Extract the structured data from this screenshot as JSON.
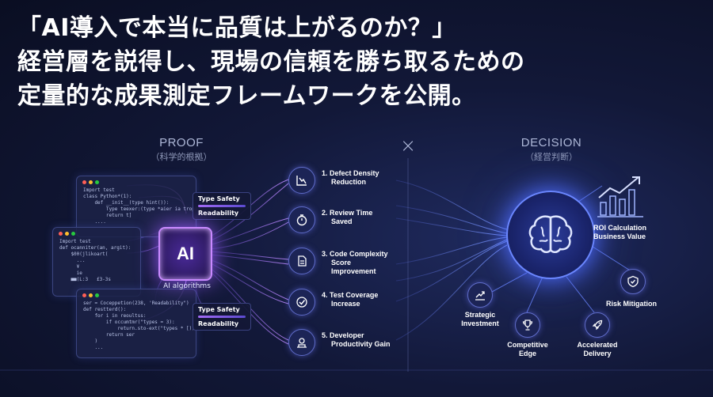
{
  "headline": {
    "line1": "「AI導入で本当に品質は上がるのか？」",
    "line2": "経営層を説得し、現場の信頼を勝ち取るための",
    "line3": "定量的な成果測定フレームワークを公開。"
  },
  "proof": {
    "title": "PROOF",
    "subtitle": "（科学的根拠）"
  },
  "decision": {
    "title": "DECISION",
    "subtitle": "（経営判断）"
  },
  "separator": "×",
  "code_panels": [
    {
      "text": "Import test\nclass Python*(1):\n    def __init__(type hint()):\n        Type teexer:(type *aier ia trop)\n        return t]\n    ...."
    },
    {
      "text": "Import test\ndef ocanniter(an, argit):\n    $00(jlikoart(\n      ...\n      ¥\n      ie\n    ■■(L:3   £3-3s"
    },
    {
      "text": "ser = Coceppetion(238, 'Readability\")\ndef restterd():\n    for i in reoultss:\n        if occumtmr(\"types = 3):\n            return.sto-ext(\"types * [))\n        return ser\n    )\n    ..."
    }
  ],
  "tags": [
    {
      "line1": "Type Safety",
      "line2": "Readability"
    },
    {
      "line1": "Type Safety",
      "line2": "Readability"
    }
  ],
  "chip": {
    "text": "AI",
    "label": "AI algorithms"
  },
  "steps": [
    {
      "line1": "1. Defect Density",
      "line2": "Reduction",
      "icon": "chart-down-icon"
    },
    {
      "line1": "2. Review Time",
      "line2": "Saved",
      "icon": "stopwatch-icon"
    },
    {
      "line1": "3. Code Complexity",
      "line2": "Score",
      "line3": "Improvement",
      "icon": "document-icon"
    },
    {
      "line1": "4. Test Coverage",
      "line2": "Increase",
      "icon": "checkmark-icon"
    },
    {
      "line1": "5. Developer",
      "line2": "Productivity Gain",
      "icon": "developer-icon"
    }
  ],
  "brain_icon": "brain-icon",
  "outcomes": {
    "roi": {
      "line1": "ROI Calculation",
      "line2": "Business Value"
    },
    "risk": {
      "label": "Risk Mitigation"
    },
    "strategic": {
      "line1": "Strategic",
      "line2": "Investment"
    },
    "competitive": {
      "line1": "Competitive",
      "line2": "Edge"
    },
    "accelerated": {
      "line1": "Accelerated",
      "line2": "Delivery"
    }
  },
  "colors": {
    "accent_purple": "#b078ff",
    "accent_blue": "#6a86ff",
    "background": "#0f1430"
  }
}
